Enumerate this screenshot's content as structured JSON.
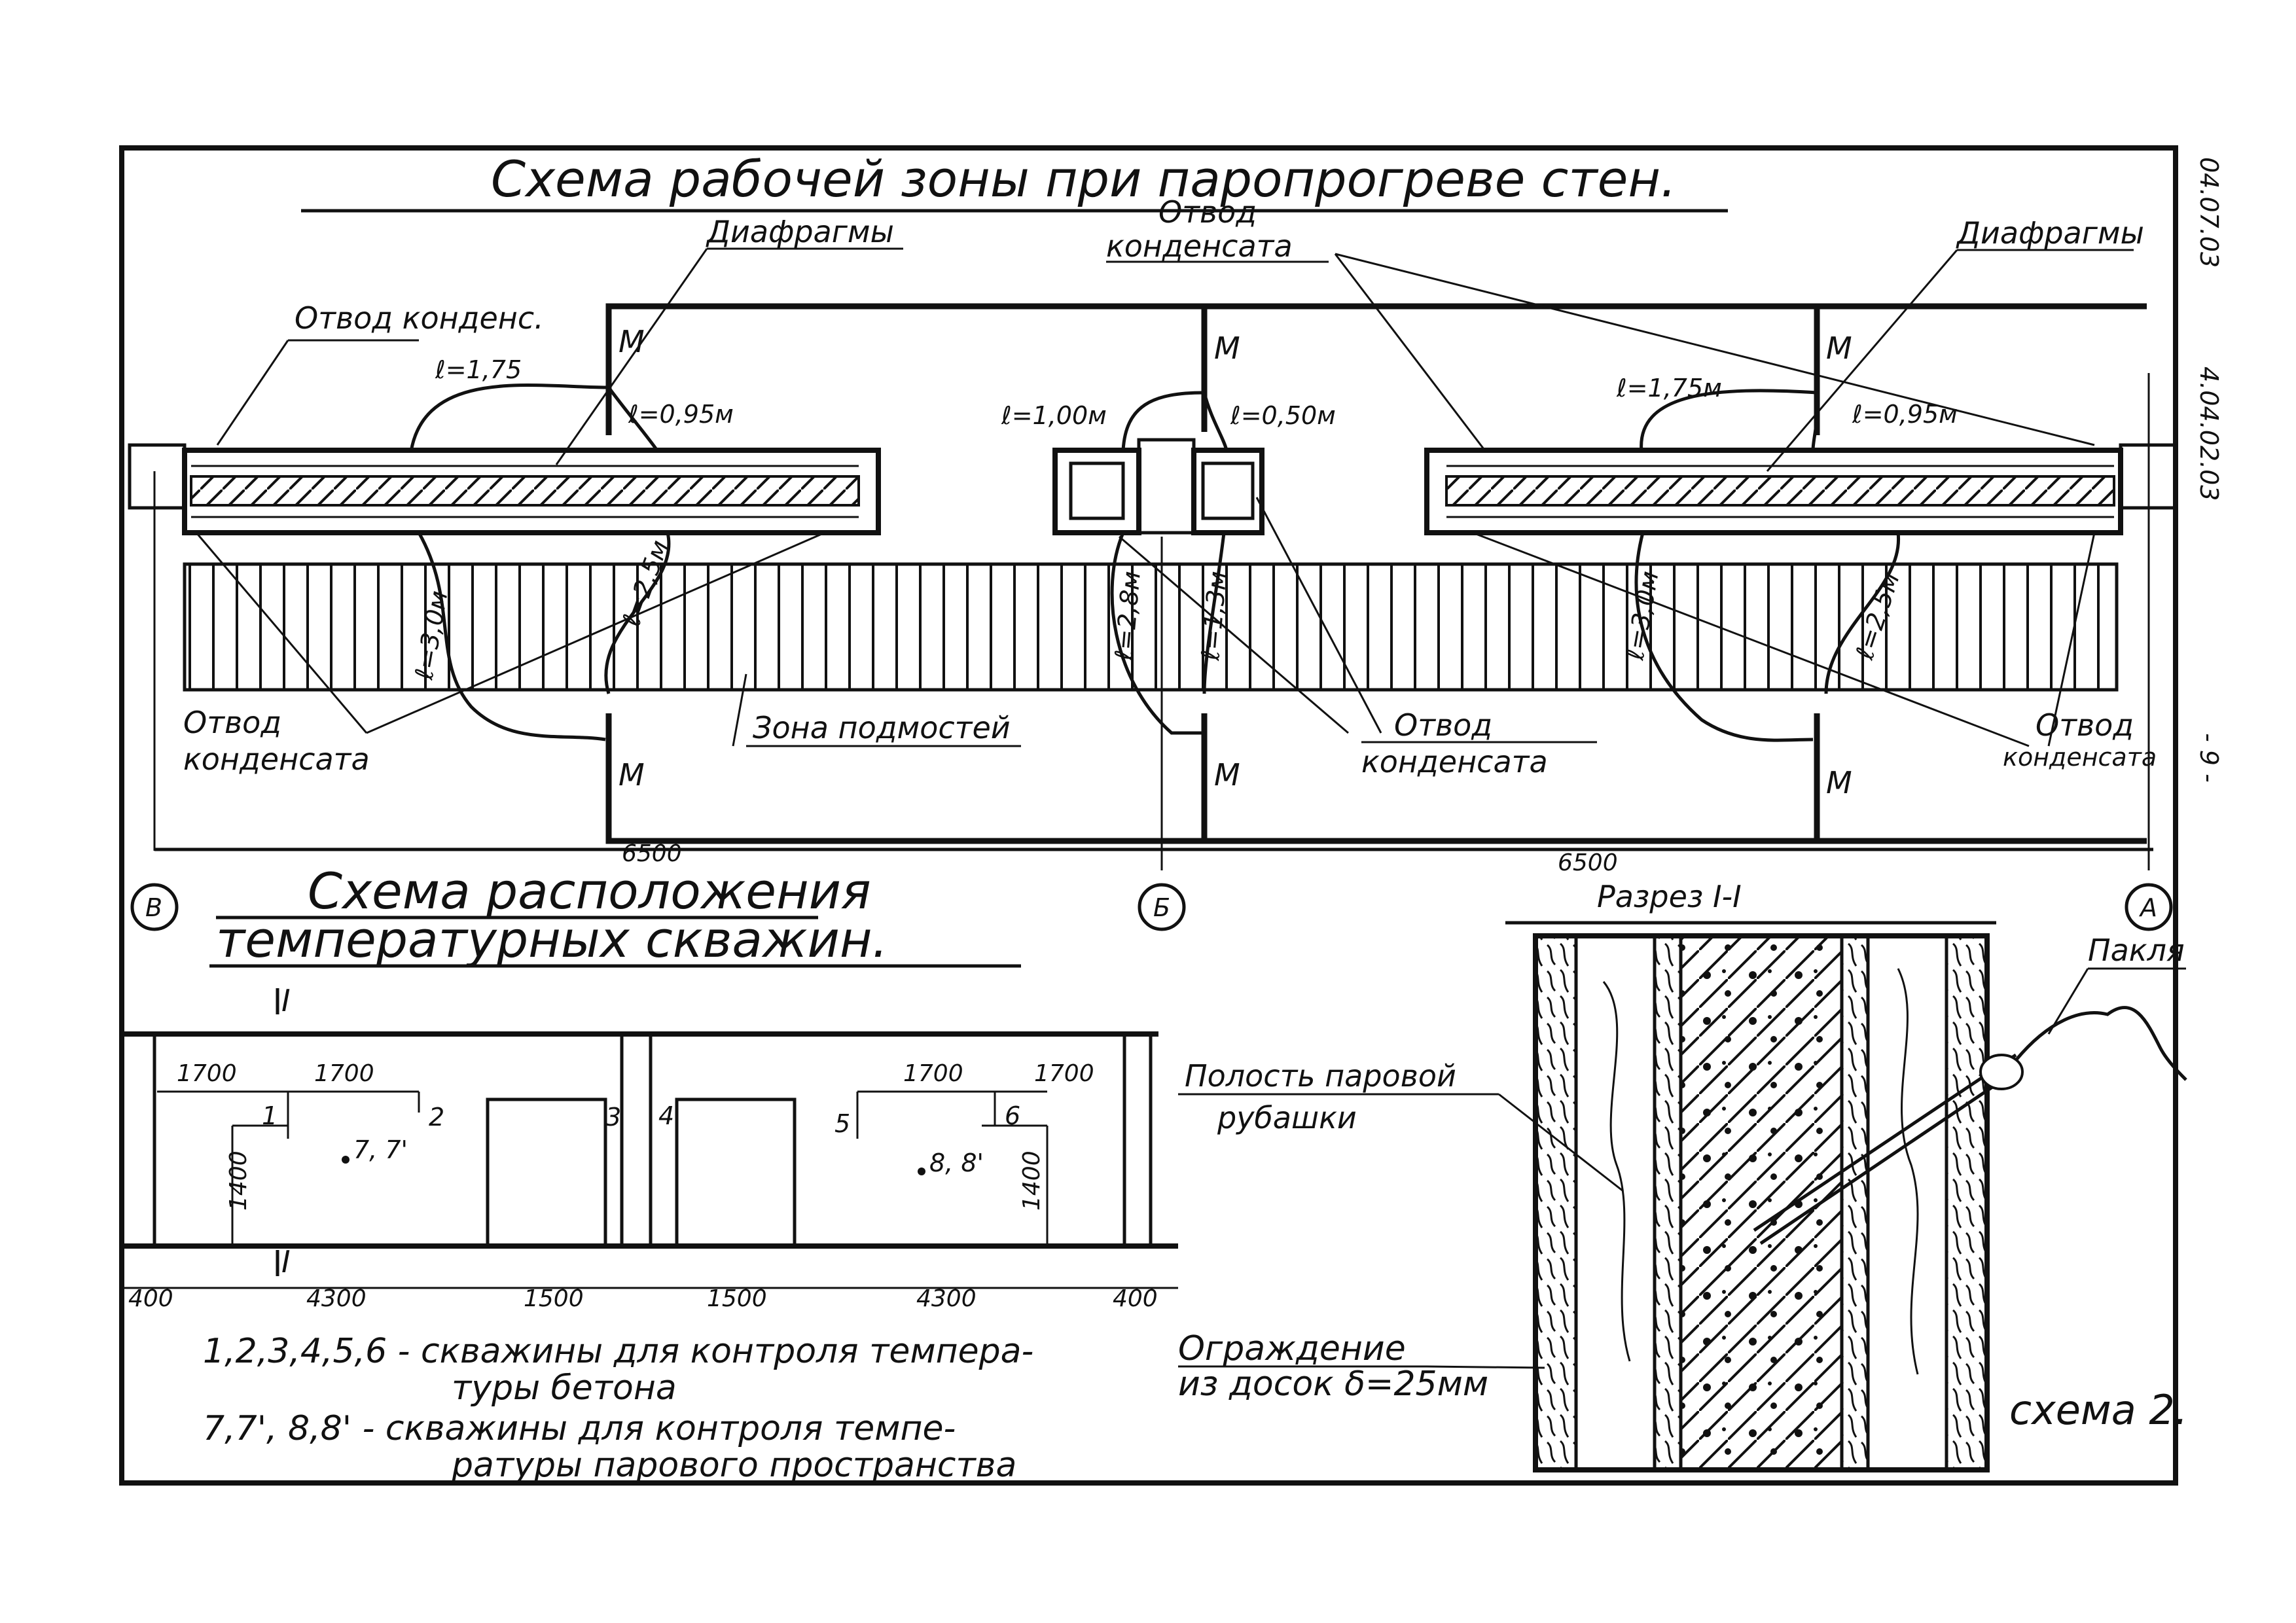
{
  "title": "Схема рабочей зоны при паропрогреве стен.",
  "side_code_top": "04.07.03",
  "side_code_mid": "4.04.02.03",
  "side_sheet": "- 9 -",
  "plan": {
    "labels": {
      "diaphragms_left": "Диафрагмы",
      "diaphragms_right": "Диафрагмы",
      "condensate_top_left": "Отвод конденс.",
      "condensate_top_center_1": "Отвод",
      "condensate_top_center_2": "конденсата",
      "condensate_bottom_left_1": "Отвод",
      "condensate_bottom_left_2": "конденсата",
      "condensate_bottom_center_1": "Отвод",
      "condensate_bottom_center_2": "конденсата",
      "condensate_bottom_right_1": "Отвод",
      "condensate_bottom_right_2": "конденсата",
      "scaffold_zone": "Зона подмостей"
    },
    "manometer": "М",
    "hoses": {
      "l1": "ℓ=1,75",
      "l2": "ℓ=0,95м",
      "l3": "ℓ=1,00м",
      "l4": "ℓ=0,50м",
      "l5": "ℓ=1,75м",
      "l6": "ℓ=0,95м",
      "l7": "ℓ=3,0м",
      "l8": "ℓ=2,5м",
      "l9": "ℓ=2,8м",
      "l10": "ℓ=1,3м",
      "l11": "ℓ=3,0м",
      "l12": "ℓ=2,5м"
    },
    "dims": {
      "left": "6500",
      "right": "6500"
    },
    "axes": {
      "a": "А",
      "b": "Б",
      "v": "В"
    }
  },
  "wells": {
    "title_1": "Схема расположения",
    "title_2": "температурных скважин.",
    "section_mark_top": "I",
    "section_mark_bottom": "I",
    "dims_top": [
      "1700",
      "1700",
      "1700",
      "1700"
    ],
    "dim_h_left": "1400",
    "dim_h_right": "1400",
    "dims_bottom": [
      "400",
      "4300",
      "1500",
      "1500",
      "4300",
      "400"
    ],
    "well_ids": [
      "1",
      "2",
      "3",
      "4",
      "5",
      "6"
    ],
    "steam_wells": [
      "7, 7'",
      "8, 8'"
    ],
    "legend_1a": "1,2,3,4,5,6 - скважины для контроля темпера-",
    "legend_1b": "туры бетона",
    "legend_2a": "7,7', 8,8' - скважины для контроля темпе-",
    "legend_2b": "ратуры парового пространства"
  },
  "section": {
    "title": "Разрез I-I",
    "cavity_1": "Полость паровой",
    "cavity_2": "рубашки",
    "fence_1": "Ограждение",
    "fence_2": "из досок δ=25мм",
    "tow": "Пакля",
    "schema": "схема 2."
  }
}
